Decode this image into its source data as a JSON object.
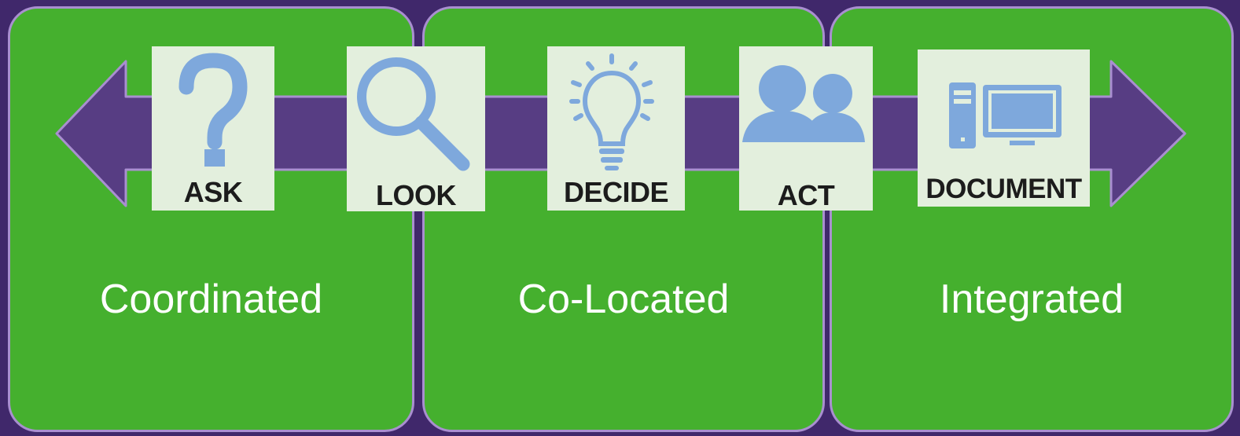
{
  "colors": {
    "background": "#40286b",
    "panel_fill": "#45b02e",
    "panel_border": "#a98fd0",
    "arrow": "#573d83",
    "card_fill": "#e3efdd",
    "icon": "#7ea8dc",
    "panel_text": "#ffffff",
    "card_text": "#1c1c1c"
  },
  "panels": [
    {
      "label": "Coordinated"
    },
    {
      "label": "Co-Located"
    },
    {
      "label": "Integrated"
    }
  ],
  "steps": [
    {
      "label": "ASK",
      "icon": "question-mark-icon"
    },
    {
      "label": "LOOK",
      "icon": "magnifying-glass-icon"
    },
    {
      "label": "DECIDE",
      "icon": "lightbulb-icon"
    },
    {
      "label": "ACT",
      "icon": "people-icon"
    },
    {
      "label": "DOCUMENT",
      "icon": "computer-icon"
    }
  ]
}
